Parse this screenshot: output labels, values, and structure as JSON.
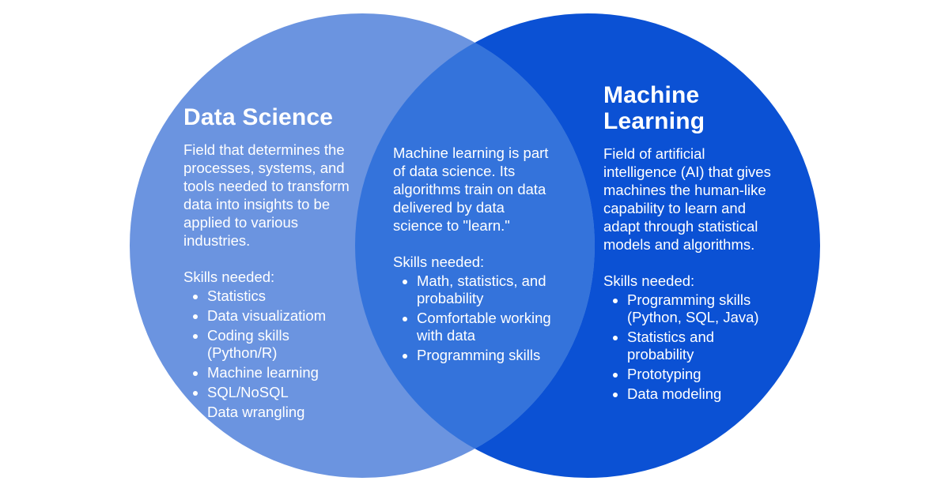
{
  "venn": {
    "background": "#FFFFFF",
    "text_color": "#FFFFFF",
    "left": {
      "title": "Data Science",
      "description": "Field that determines the processes, systems, and tools needed to transform data into insights to be applied to various industries.",
      "skills_label": "Skills needed:",
      "skills": [
        "Statistics",
        "Data visualizatiom",
        "Coding skills (Python/R)",
        "Machine learning",
        "SQL/NoSQL",
        "Data wrangling"
      ],
      "color": "#6B94E0"
    },
    "overlap": {
      "description": "Machine learning is part of data science. Its algorithms train on data delivered by data science to \"learn.\"",
      "skills_label": "Skills needed:",
      "skills": [
        "Math, statistics, and probability",
        "Comfortable working with data",
        "Programming skills"
      ],
      "color": "#3473DB"
    },
    "right": {
      "title": "Machine Learning",
      "description": "Field of artificial intelligence (AI) that gives machines the human-like capability to learn and adapt through statistical models and algorithms.",
      "skills_label": "Skills needed:",
      "skills": [
        "Programming skills (Python, SQL, Java)",
        "Statistics and probability",
        "Prototyping",
        "Data modeling"
      ],
      "color": "#0B51D4"
    }
  }
}
